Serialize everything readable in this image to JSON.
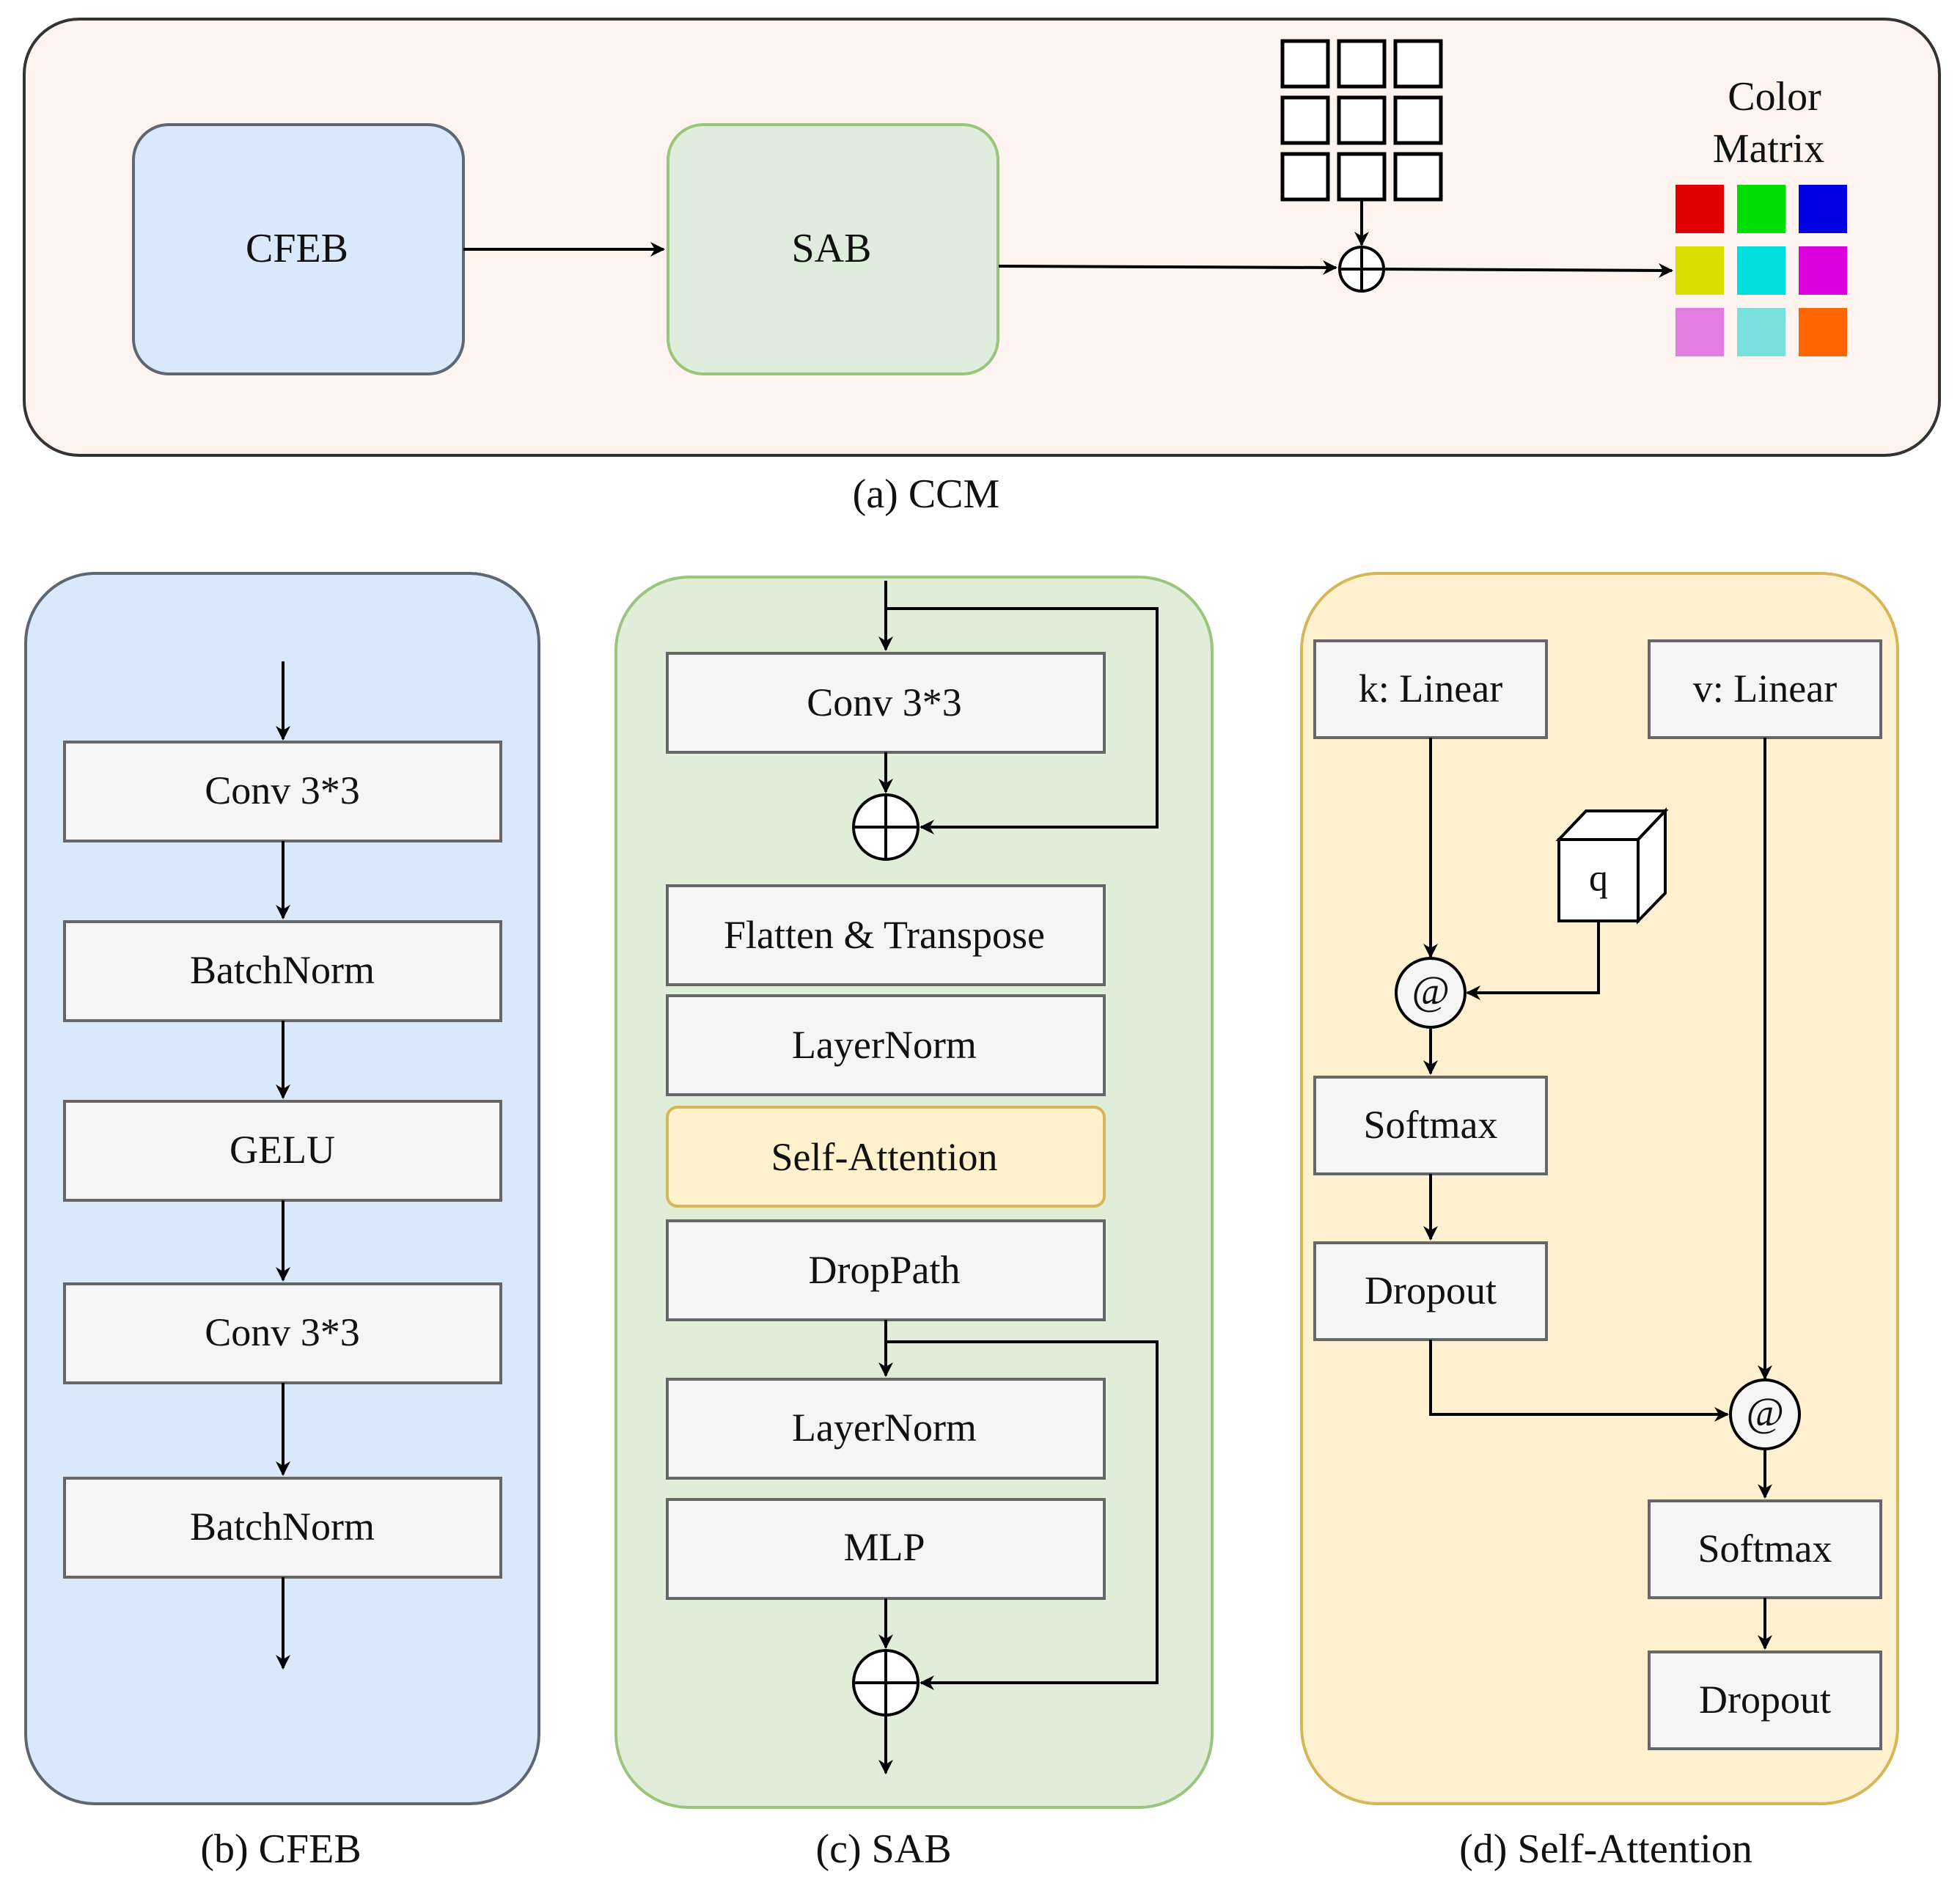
{
  "panel_a": {
    "caption": "(a) CCM",
    "cfeb_label": "CFEB",
    "sab_label": "SAB",
    "color_matrix_title_line1": "Color",
    "color_matrix_title_line2": "Matrix",
    "color_cells": [
      "#e00000",
      "#00dd00",
      "#0000e0",
      "#dddd00",
      "#00dddd",
      "#dd00dd",
      "#e27de1",
      "#79e0dd",
      "#ff6600"
    ],
    "colors": {
      "background": "#fef3ee",
      "cfeb_fill": "#dae8fc",
      "sab_fill": "#dfeedc"
    }
  },
  "panel_b": {
    "caption": "(b) CFEB",
    "blocks": [
      "Conv 3*3",
      "BatchNorm",
      "GELU",
      "Conv 3*3",
      "BatchNorm"
    ],
    "colors": {
      "background": "#dae8fc",
      "border": "#5d6673"
    }
  },
  "panel_c": {
    "caption": "(c) SAB",
    "blocks": [
      "Conv 3*3",
      "Flatten & Transpose",
      "LayerNorm",
      "Self-Attention",
      "DropPath",
      "LayerNorm",
      "MLP"
    ],
    "colors": {
      "background": "#e0edd9",
      "border": "#9bc47f",
      "attention_fill": "#fff2cc",
      "attention_border": "#d6b656"
    }
  },
  "panel_d": {
    "caption": "(d) Self-Attention",
    "k_label": "k: Linear",
    "v_label": "v: Linear",
    "q_label": "q",
    "matmul_symbol": "@",
    "left_blocks": [
      "Softmax",
      "Dropout"
    ],
    "right_blocks": [
      "Softmax",
      "Dropout"
    ],
    "colors": {
      "background": "#fff1cf",
      "border": "#d6b656"
    }
  }
}
